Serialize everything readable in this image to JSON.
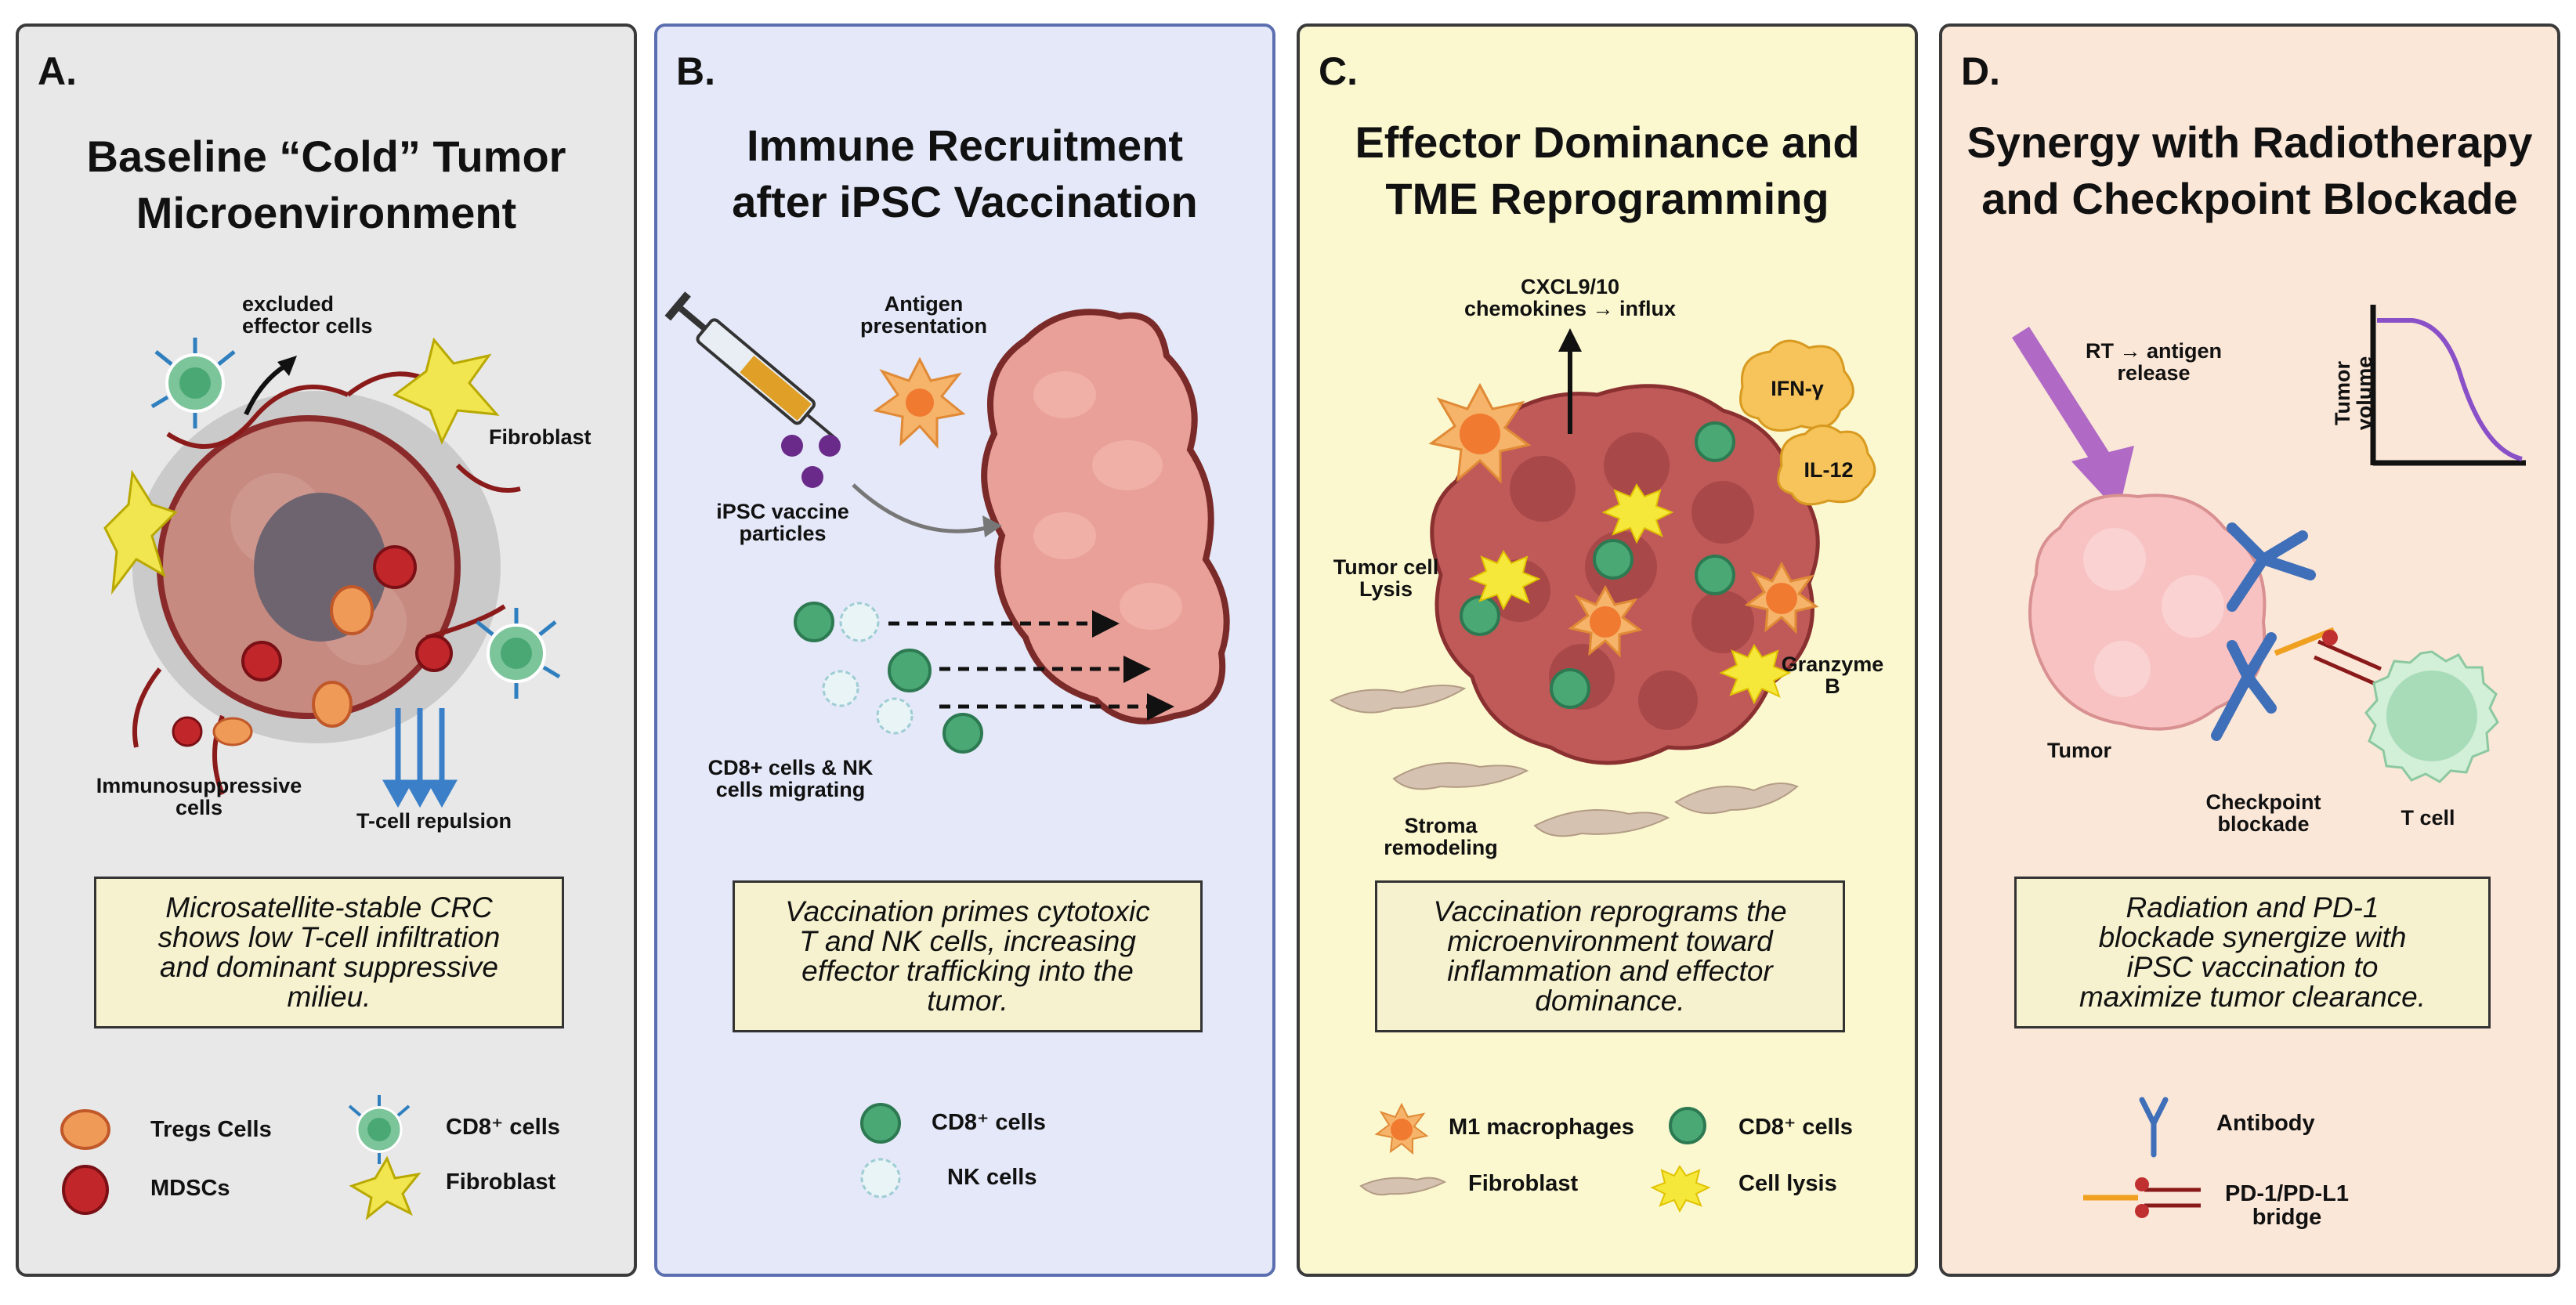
{
  "panels": [
    {
      "letter": "A.",
      "title": [
        "Baseline “Cold” Tumor",
        "Microenvironment"
      ],
      "labels": {
        "excluded": [
          "excluded",
          "effector cells"
        ],
        "fibroblast": "Fibroblast",
        "immunosuppressive": [
          "Immunosuppressive",
          "cells"
        ],
        "repulsion": "T-cell repulsion"
      },
      "caption": [
        "Microsatellite-stable CRC",
        "shows low T-cell infiltration",
        "and dominant suppressive",
        "milieu."
      ],
      "legend": [
        "Tregs Cells",
        "CD8⁺ cells",
        "MDSCs",
        "Fibroblast"
      ],
      "colors": {
        "bg": "#e8e8e8"
      }
    },
    {
      "letter": "B.",
      "title": [
        "Immune Recruitment",
        "after iPSC Vaccination"
      ],
      "labels": {
        "antigen": [
          "Antigen",
          "presentation"
        ],
        "vaccine": [
          "iPSC vaccine",
          "particles"
        ],
        "migrating": [
          "CD8+ cells & NK",
          "cells migrating"
        ]
      },
      "caption": [
        "Vaccination primes cytotoxic",
        "T and NK cells, increasing",
        "effector trafficking into the",
        "tumor."
      ],
      "legend": [
        "CD8⁺ cells",
        "NK cells"
      ],
      "colors": {
        "bg": "#e4e8f8"
      }
    },
    {
      "letter": "C.",
      "title": [
        "Effector Dominance and",
        "TME Reprogramming"
      ],
      "labels": {
        "cxcl": [
          "CXCL9/10",
          "chemokines → influx"
        ],
        "ifn": "IFN-γ",
        "il12": "IL-12",
        "lysis": [
          "Tumor cell",
          "Lysis"
        ],
        "granzyme": [
          "Granzyme",
          "B"
        ],
        "stroma": [
          "Stroma",
          "remodeling"
        ]
      },
      "caption": [
        "Vaccination reprograms the",
        "microenvironment toward",
        "inflammation and effector",
        "dominance."
      ],
      "legend": [
        "M1 macrophages",
        "CD8⁺ cells",
        "Fibroblast",
        "Cell lysis"
      ],
      "colors": {
        "bg": "#fbf8cf"
      }
    },
    {
      "letter": "D.",
      "title": [
        "Synergy with Radiotherapy",
        "and Checkpoint Blockade"
      ],
      "labels": {
        "rt": [
          "RT → antigen",
          "release"
        ],
        "volume": [
          "Tumor",
          "volume"
        ],
        "tumor": "Tumor",
        "checkpoint": [
          "Checkpoint",
          "blockade"
        ],
        "tcell": "T cell"
      },
      "caption": [
        "Radiation and PD-1",
        "blockade synergize with",
        "iPSC vaccination to",
        "maximize tumor clearance."
      ],
      "legend": [
        "Antibody",
        "PD-1/PD-L1",
        "bridge"
      ],
      "colors": {
        "bg": "#fbe7d8"
      }
    }
  ]
}
